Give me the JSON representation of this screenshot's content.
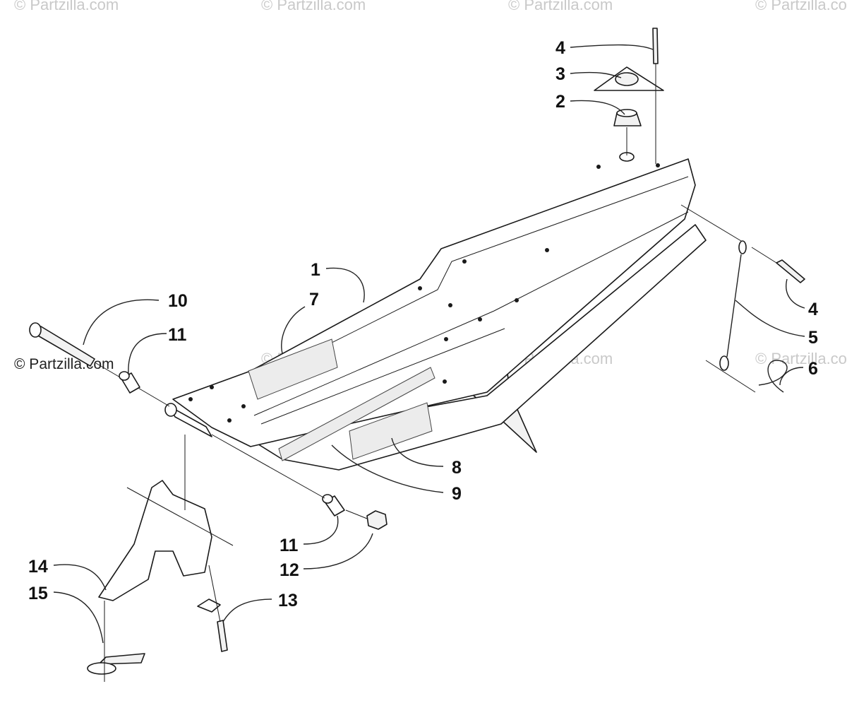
{
  "watermark": {
    "text": "© Partzilla.com",
    "copyright": "© Partzilla.com"
  },
  "callouts": [
    {
      "id": "c1",
      "text": "1"
    },
    {
      "id": "c2",
      "text": "2"
    },
    {
      "id": "c3",
      "text": "3"
    },
    {
      "id": "c4a",
      "text": "4"
    },
    {
      "id": "c4b",
      "text": "4"
    },
    {
      "id": "c5",
      "text": "5"
    },
    {
      "id": "c6",
      "text": "6"
    },
    {
      "id": "c7",
      "text": "7"
    },
    {
      "id": "c8",
      "text": "8"
    },
    {
      "id": "c9",
      "text": "9"
    },
    {
      "id": "c10",
      "text": "10"
    },
    {
      "id": "c11a",
      "text": "11"
    },
    {
      "id": "c11b",
      "text": "11"
    },
    {
      "id": "c12",
      "text": "12"
    },
    {
      "id": "c13",
      "text": "13"
    },
    {
      "id": "c14",
      "text": "14"
    },
    {
      "id": "c15",
      "text": "15"
    }
  ]
}
